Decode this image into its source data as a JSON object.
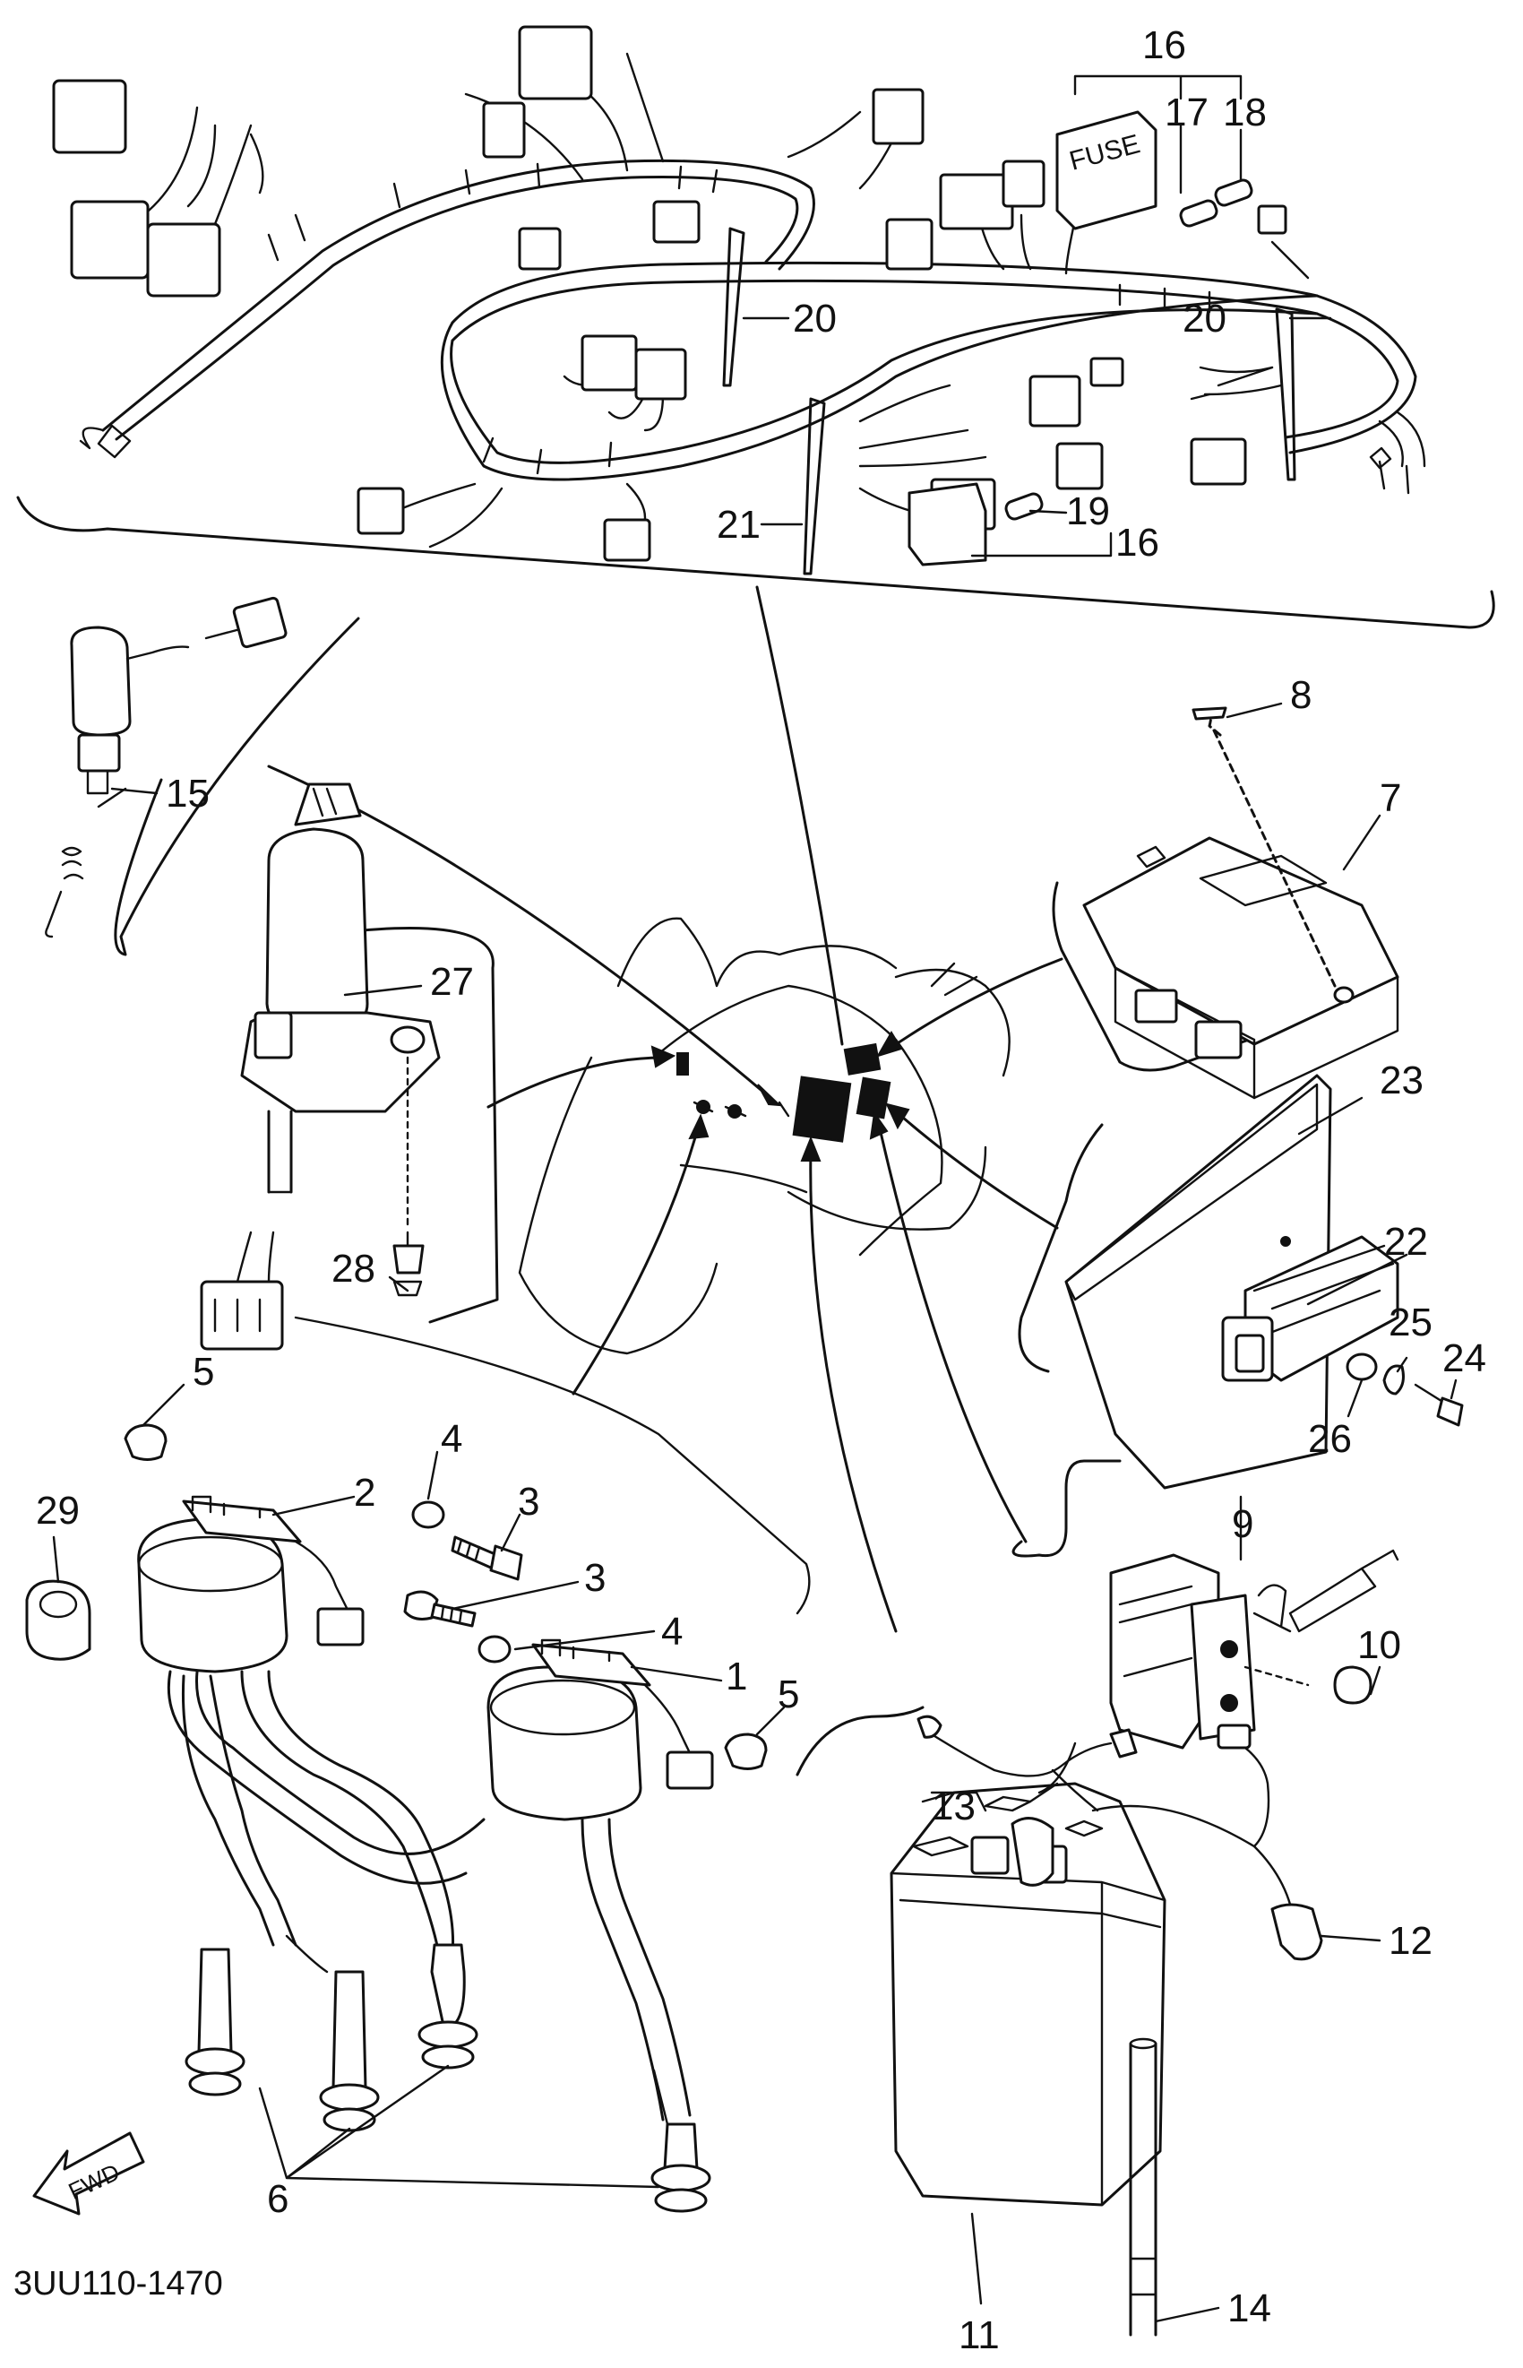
{
  "diagram": {
    "code": "3UU110-1470",
    "fwd_label": "FWD",
    "fuse_label": "FUSE",
    "callouts": [
      {
        "id": "c1",
        "text": "1"
      },
      {
        "id": "c2",
        "text": "2"
      },
      {
        "id": "c3a",
        "text": "3"
      },
      {
        "id": "c3b",
        "text": "3"
      },
      {
        "id": "c4a",
        "text": "4"
      },
      {
        "id": "c4b",
        "text": "4"
      },
      {
        "id": "c5a",
        "text": "5"
      },
      {
        "id": "c5b",
        "text": "5"
      },
      {
        "id": "c6",
        "text": "6"
      },
      {
        "id": "c7",
        "text": "7"
      },
      {
        "id": "c8",
        "text": "8"
      },
      {
        "id": "c9",
        "text": "9"
      },
      {
        "id": "c10",
        "text": "10"
      },
      {
        "id": "c11",
        "text": "11"
      },
      {
        "id": "c12",
        "text": "12"
      },
      {
        "id": "c13",
        "text": "13"
      },
      {
        "id": "c14",
        "text": "14"
      },
      {
        "id": "c15",
        "text": "15"
      },
      {
        "id": "c16a",
        "text": "16"
      },
      {
        "id": "c16b",
        "text": "16"
      },
      {
        "id": "c17",
        "text": "17"
      },
      {
        "id": "c18",
        "text": "18"
      },
      {
        "id": "c19",
        "text": "19"
      },
      {
        "id": "c20a",
        "text": "20"
      },
      {
        "id": "c20b",
        "text": "20"
      },
      {
        "id": "c21",
        "text": "21"
      },
      {
        "id": "c22",
        "text": "22"
      },
      {
        "id": "c23",
        "text": "23"
      },
      {
        "id": "c24",
        "text": "24"
      },
      {
        "id": "c25",
        "text": "25"
      },
      {
        "id": "c26",
        "text": "26"
      },
      {
        "id": "c27",
        "text": "27"
      },
      {
        "id": "c28",
        "text": "28"
      },
      {
        "id": "c29",
        "text": "29"
      }
    ]
  }
}
